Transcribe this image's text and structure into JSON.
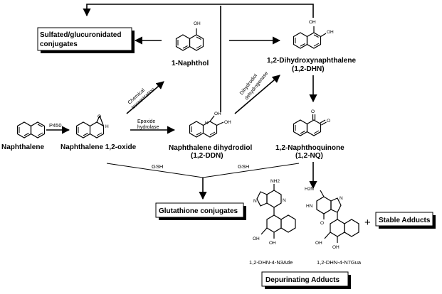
{
  "compounds": {
    "naphthalene": "Naphthalene",
    "oxide": "Naphthalene 1,2-oxide",
    "naphthol": "1-Naphthol",
    "ddn_name": "Naphthalene dihydrodiol",
    "ddn_abbr": "(1,2-DDN)",
    "dhn_name": "1,2-Dihydroxynaphthalene",
    "dhn_abbr": "(1,2-DHN)",
    "nq_name": "1,2-Naphthoquinone",
    "nq_abbr": "(1,2-NQ)",
    "n3ade": "1,2-DHN-4-N3Ade",
    "n7gua": "1,2-DHN-4-N7Gua"
  },
  "enzymes": {
    "p450": "P450",
    "chemical_1": "Chemical",
    "chemical_2": "isomerization",
    "epoxide_1": "Epoxide",
    "epoxide_2": "hydrolase",
    "dihydrodiol_1": "Dihydrodiol",
    "dihydrodiol_2": "dehydrogenase",
    "gsh_left": "GSH",
    "gsh_right": "GSH"
  },
  "boxes": {
    "sulfated_1": "Sulfated/glucuronidated",
    "sulfated_2": "conjugates",
    "glutathione": "Glutathione conjugates",
    "stable": "Stable Adducts",
    "depurinating": "Depurinating Adducts"
  },
  "plus": "+",
  "atoms": {
    "oh": "OH",
    "h": "H",
    "o": "O",
    "n": "N",
    "nh2": "NH2",
    "h2n": "H2N",
    "hn": "HN"
  }
}
